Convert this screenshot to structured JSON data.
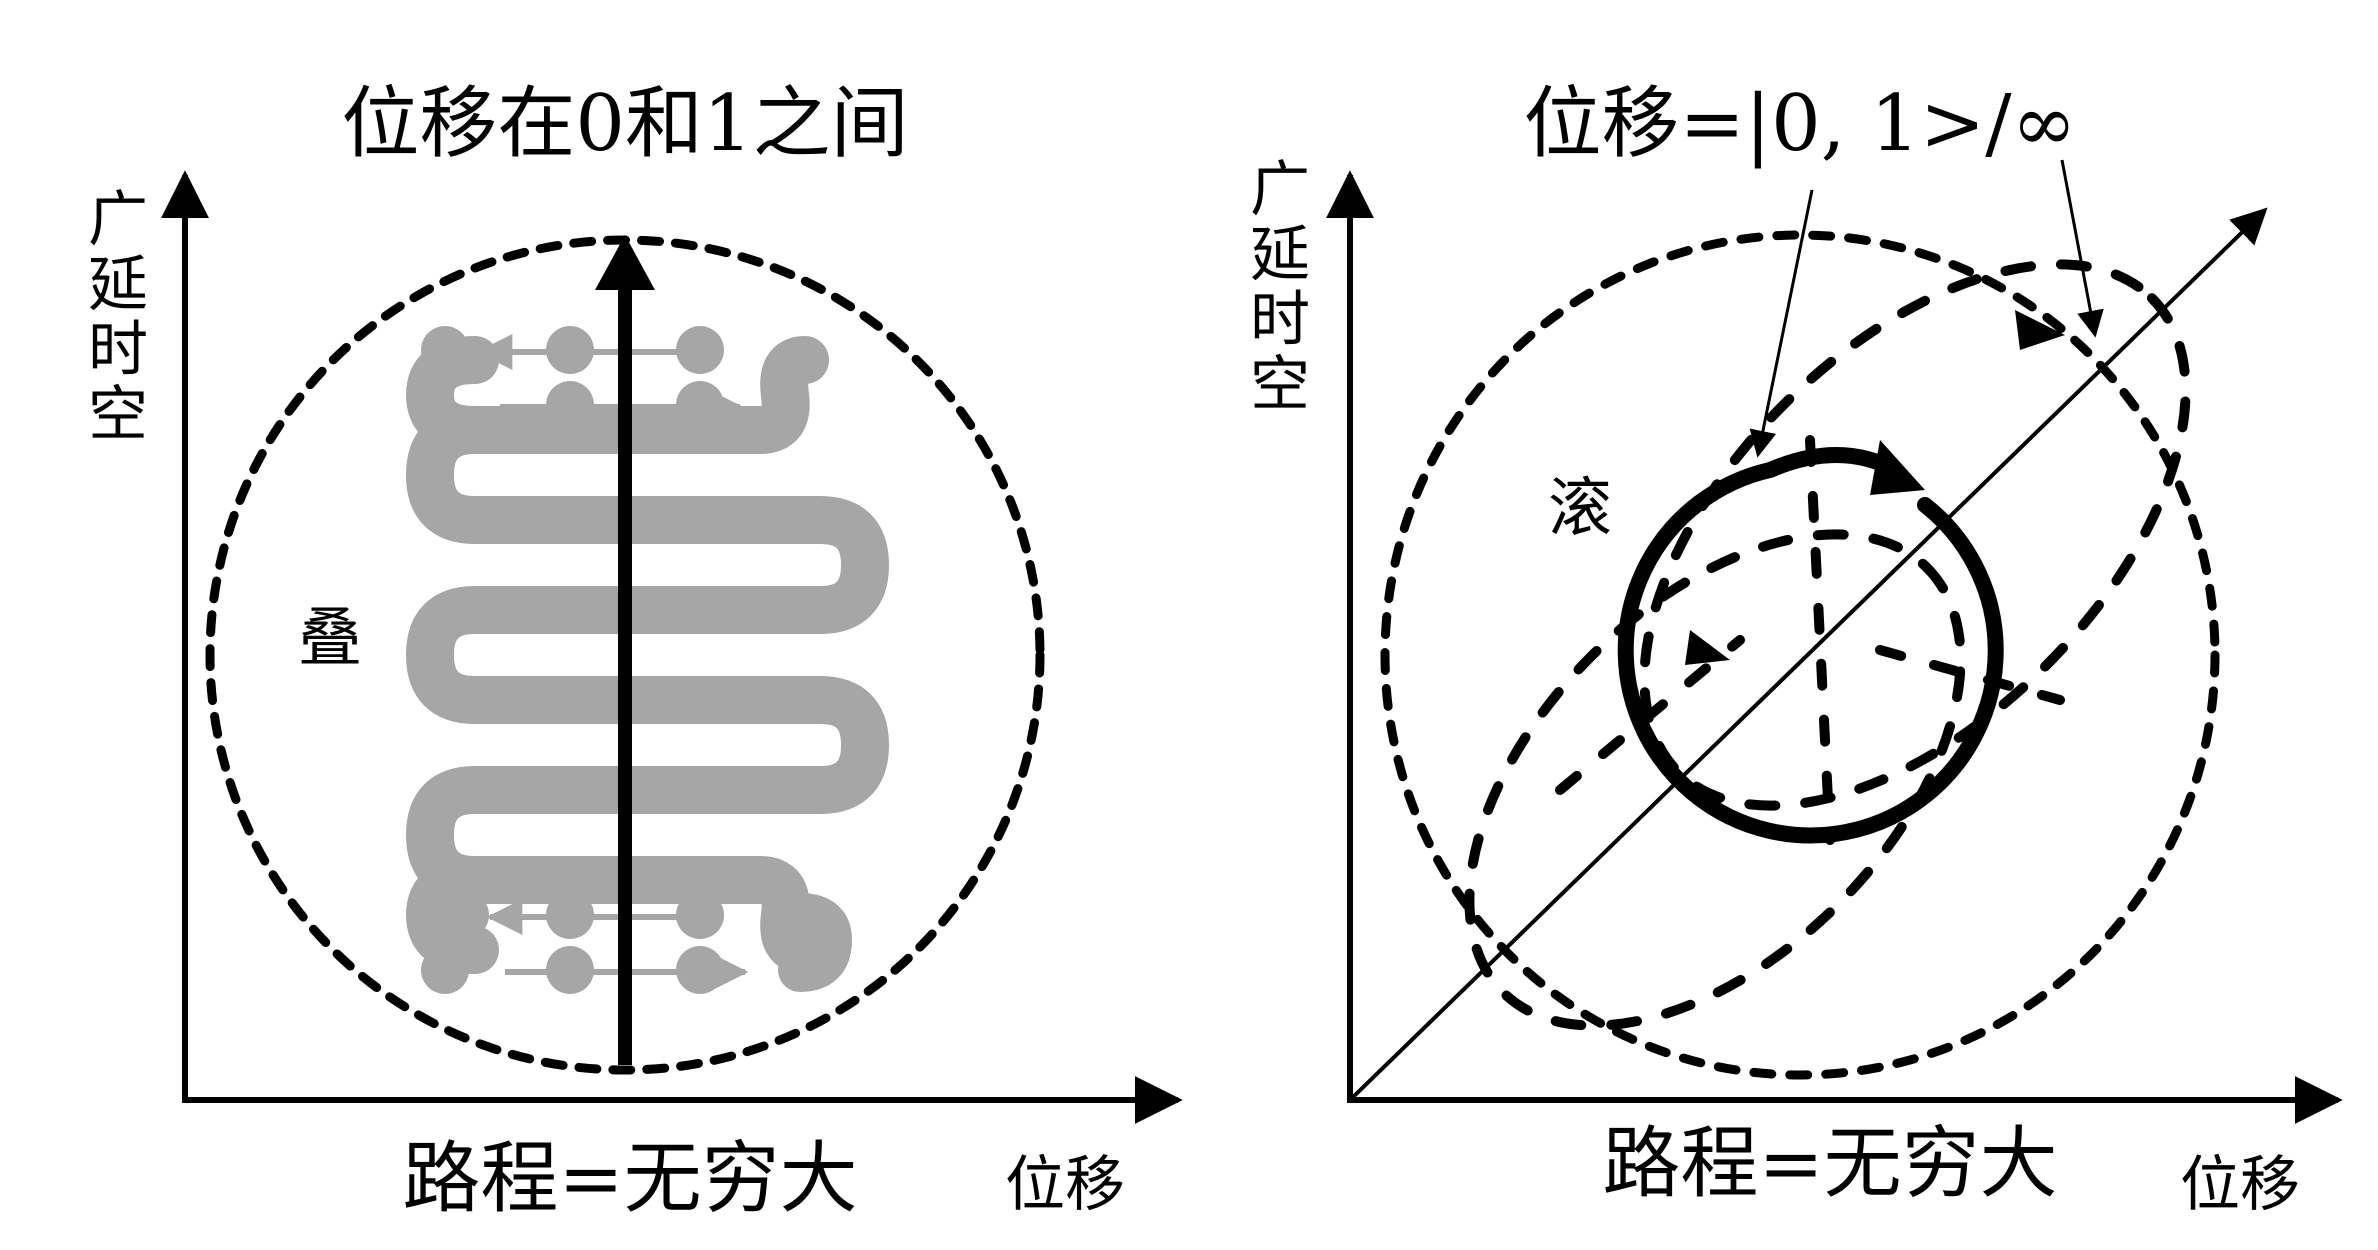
{
  "left_panel": {
    "title": "位移在0和1之间",
    "y_axis_label": [
      "广",
      "延",
      "时",
      "空"
    ],
    "x_axis_label": "位移",
    "bottom_label": "路程=无穷大",
    "center_label": "叠",
    "colors": {
      "axes": "#000000",
      "serpentine": "#a6a6a6",
      "dash_circle": "#000000"
    }
  },
  "right_panel": {
    "title": "位移=|0, 1>/∞",
    "y_axis_label": [
      "广",
      "延",
      "时",
      "空"
    ],
    "x_axis_label": "位移",
    "bottom_label": "路程=无穷大",
    "center_label": "滚",
    "colors": {
      "axes": "#000000",
      "loops": "#000000"
    }
  }
}
